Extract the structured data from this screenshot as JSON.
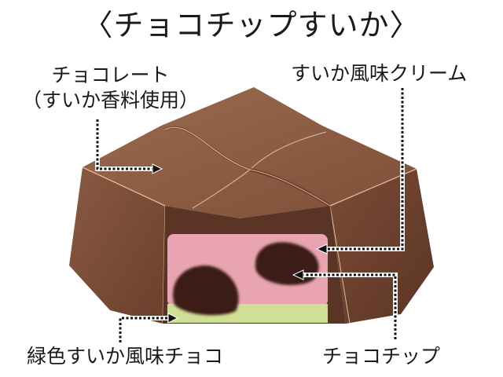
{
  "title": "〈チョコチップすいか〉",
  "labels": {
    "chocolate_line1": "チョコレート",
    "chocolate_line2": "（すいか香料使用）",
    "cream": "すいか風味クリーム",
    "green_choco": "緑色すいか風味チョコ",
    "choco_chip": "チョコチップ"
  },
  "colors": {
    "background": "#ffffff",
    "chocolate_top": "#8a5a42",
    "chocolate_side": "#6e4330",
    "chocolate_dark": "#5a3424",
    "highlight": "#d9b08c",
    "cream_pink": "#e8a4b0",
    "green_layer": "#cfdf96",
    "chip_dark": "#3a1e18",
    "leader_line": "#111111"
  }
}
